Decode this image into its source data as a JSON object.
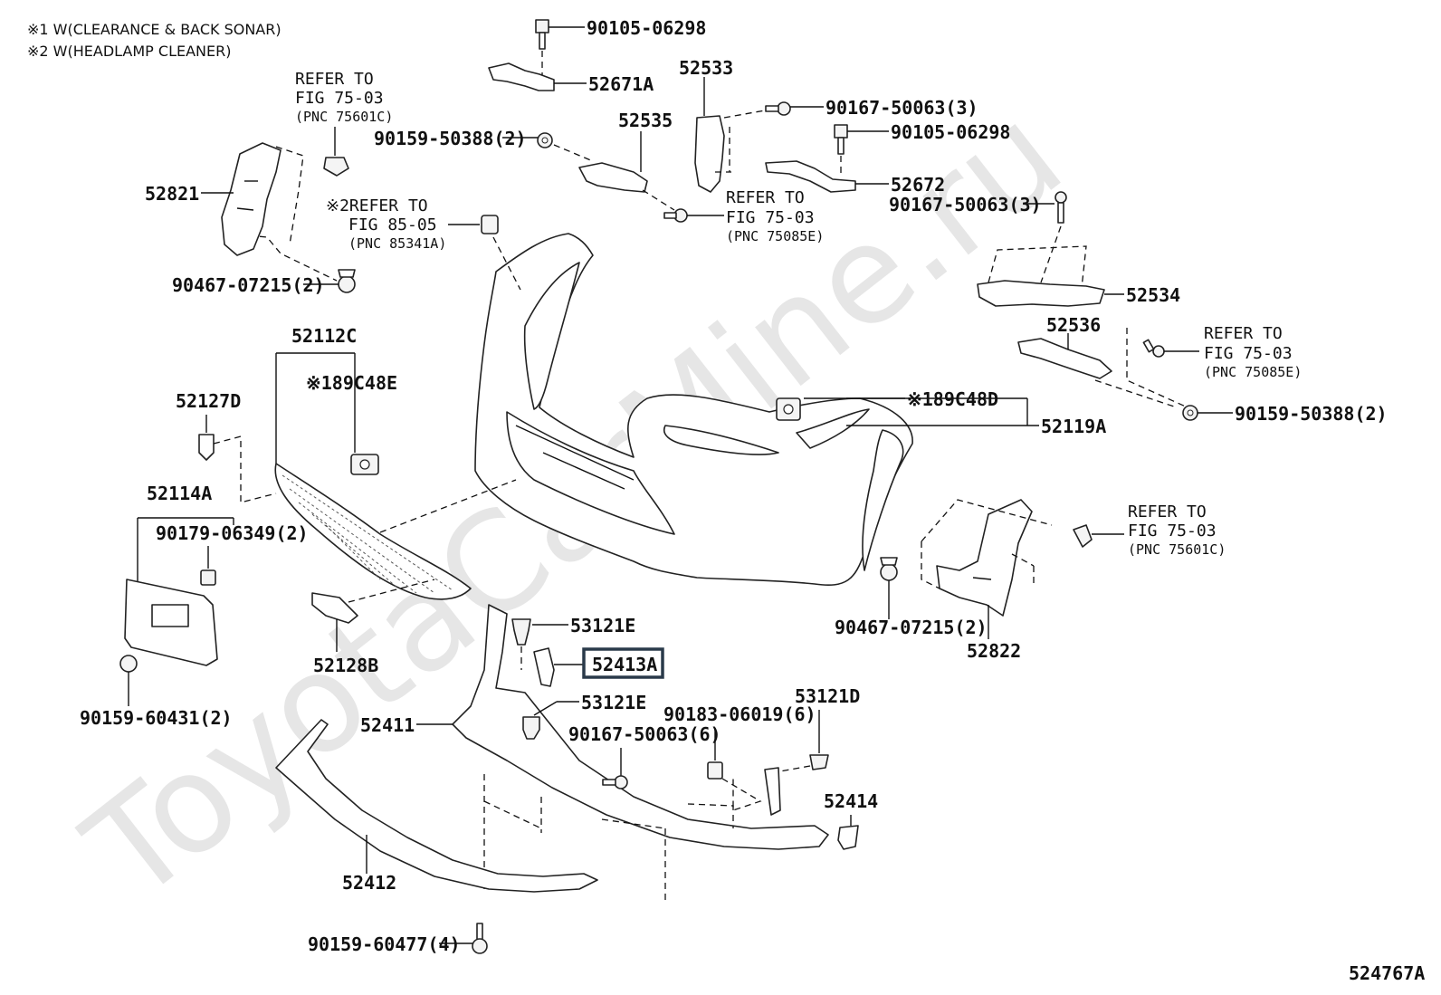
{
  "notes": {
    "note1": "※1 W(CLEARANCE & BACK SONAR)",
    "note2": "※2 W(HEADLAMP CLEANER)"
  },
  "watermark": "ToyotaCarMine.ru",
  "figure_id": "524767A",
  "highlight_color": "#2a3a4a",
  "parts": {
    "p90105_top": "90105-06298",
    "p52671A": "52671A",
    "p52533": "52533",
    "p52535": "52535",
    "p90167_a": "90167-50063(3)",
    "p90105_mid": "90105-06298",
    "p90159_50388_a": "90159-50388(2)",
    "p52672": "52672",
    "p90167_b": "90167-50063(3)",
    "p52821": "52821",
    "p90467_a": "90467-07215(2)",
    "p52534": "52534",
    "p52536": "52536",
    "p52112C": "52112C",
    "p89C48E": "※189C48E",
    "p89C48D": "※189C48D",
    "p52119A": "52119A",
    "p90159_50388_b": "90159-50388(2)",
    "p52127D": "52127D",
    "p52114A": "52114A",
    "p90179": "90179-06349(2)",
    "p53121E_a": "53121E",
    "p52413A": "52413A",
    "p53121E_b": "53121E",
    "p52128B": "52128B",
    "p90159_60431": "90159-60431(2)",
    "p52411": "52411",
    "p90183": "90183-06019(6)",
    "p53121D": "53121D",
    "p90167_c": "90167-50063(6)",
    "p52414": "52414",
    "p52412": "52412",
    "p90159_60477": "90159-60477(4)",
    "p90467_b": "90467-07215(2)",
    "p52822": "52822"
  },
  "refs": {
    "r1": {
      "line1": "REFER TO",
      "line2": "FIG 75-03",
      "line3": "(PNC 75601C)"
    },
    "r2": {
      "line1": "※2REFER TO",
      "line2": "FIG 85-05",
      "line3": "(PNC 85341A)"
    },
    "r3": {
      "line1": "REFER TO",
      "line2": "FIG 75-03",
      "line3": "(PNC 75085E)"
    },
    "r4": {
      "line1": "REFER TO",
      "line2": "FIG 75-03",
      "line3": "(PNC 75085E)"
    },
    "r5": {
      "line1": "REFER TO",
      "line2": "FIG 75-03",
      "line3": "(PNC 75601C)"
    }
  }
}
